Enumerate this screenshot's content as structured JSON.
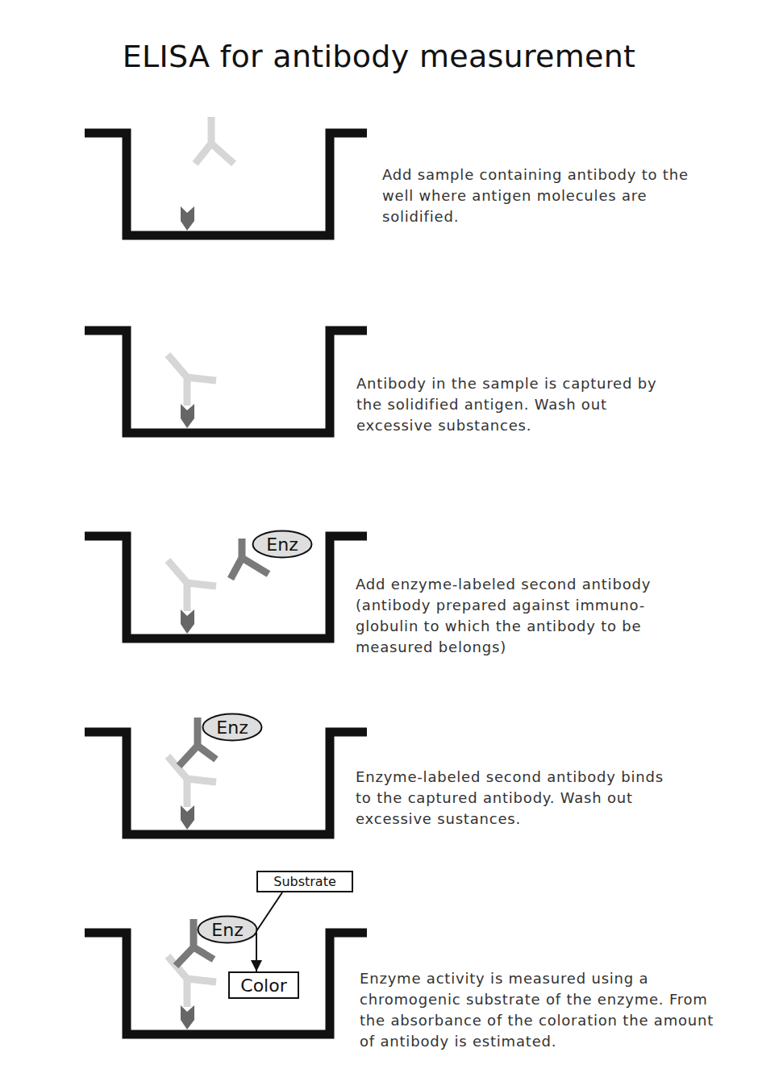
{
  "diagram": {
    "title": "ELISA for antibody measurement",
    "nodes": [
      {
        "text": [
          "Enz"
        ]
      },
      {
        "text": [
          "Enz"
        ]
      },
      {
        "text": [
          "Substrate"
        ]
      },
      {
        "text": [
          "Enz"
        ]
      },
      {
        "text": [
          "Color"
        ]
      }
    ],
    "edges": [
      {
        "from": 2,
        "to": 4,
        "arrow": "to"
      }
    ],
    "labels": [
      "Add sample containing antibody to the well where antigen molecules are solidified.",
      "Antibody in the sample is captured by the solidified antigen. Wash out excessive substances.",
      "Add enzyme-labeled second antibody (antibody prepared against immuno- globulin to which the antibody to be measured belongs)",
      "Enzyme-labeled second antibody binds to the captured antibody. Wash out excessive sustances.",
      "Enzyme activity is measured using a chromogenic substrate of the enzyme. From the absorbance of the coloration the amount of antibody is estimated."
    ]
  }
}
